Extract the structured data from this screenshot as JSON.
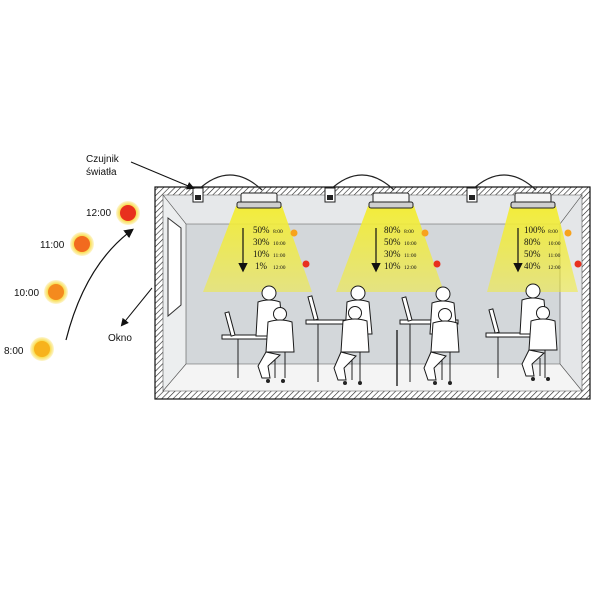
{
  "labels": {
    "sensor_line1": "Czujnik",
    "sensor_line2": "światła",
    "window": "Okno"
  },
  "sun_times": [
    {
      "time": "8:00",
      "color": "#f7b21c"
    },
    {
      "time": "10:00",
      "color": "#f48a1e"
    },
    {
      "time": "11:00",
      "color": "#f26a1f"
    },
    {
      "time": "12:00",
      "color": "#e8301e"
    }
  ],
  "lamps": [
    {
      "rows": [
        {
          "pct": "50%",
          "time": "8:00"
        },
        {
          "pct": "30%",
          "time": "10:00"
        },
        {
          "pct": "10%",
          "time": "11:00"
        },
        {
          "pct": "1%",
          "time": "12:00"
        }
      ]
    },
    {
      "rows": [
        {
          "pct": "80%",
          "time": "8:00"
        },
        {
          "pct": "50%",
          "time": "10:00"
        },
        {
          "pct": "30%",
          "time": "11:00"
        },
        {
          "pct": "10%",
          "time": "12:00"
        }
      ]
    },
    {
      "rows": [
        {
          "pct": "100%",
          "time": "8:00"
        },
        {
          "pct": "80%",
          "time": "10:00"
        },
        {
          "pct": "50%",
          "time": "11:00"
        },
        {
          "pct": "40%",
          "time": "12:00"
        }
      ]
    }
  ],
  "colors": {
    "room_wall": "#d3d7da",
    "light_beam": "#f2ec3a",
    "sun_outer": "#f7d21c",
    "sensor_dot_orange": "#f7a21c",
    "sensor_dot_red": "#e8301e"
  }
}
